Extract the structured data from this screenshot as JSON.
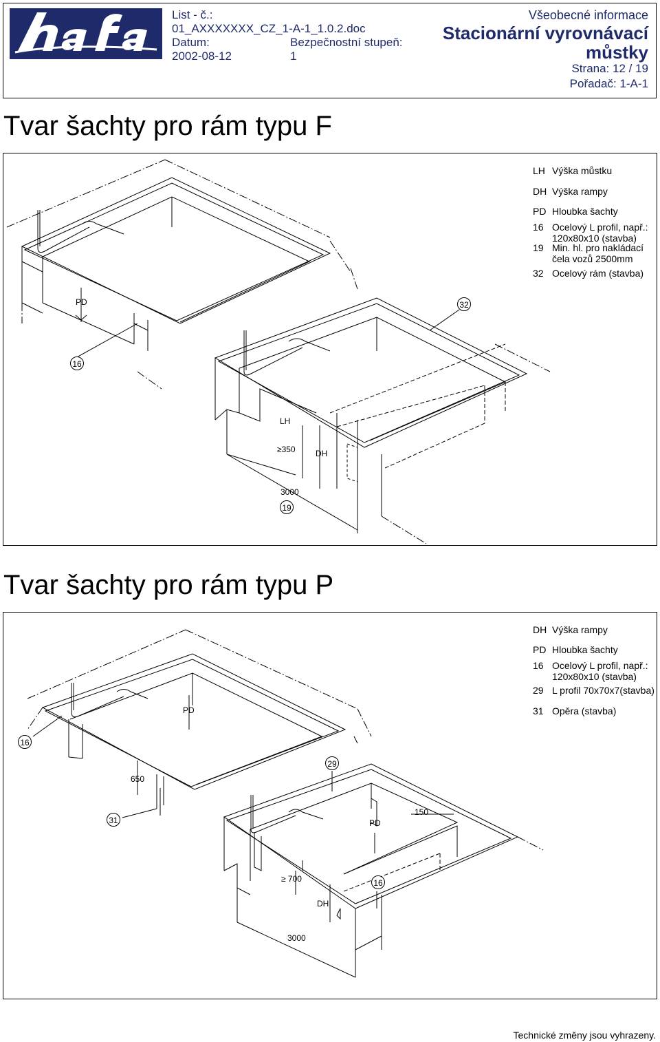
{
  "header": {
    "logo_text": "hafa",
    "list_label": "List - č.:",
    "doc_name": "01_AXXXXXXX_CZ_1-A-1_1.0.2.doc",
    "datum_label": "Datum:",
    "security_label": "Bezpečnostní stupeň:",
    "date": "2002-08-12",
    "security_value": "1",
    "category": "Všeobecné informace",
    "title_line1": "Stacionární vyrovnávací",
    "title_line2": "můstky",
    "page": "Strana: 12 / 19",
    "binder": "Pořadač: 1-A-1"
  },
  "section_f": {
    "title": "Tvar šachty pro rám typu F",
    "legend": [
      {
        "code": "LH",
        "text": "Výška můstku"
      },
      {
        "code": "DH",
        "text": "Výška rampy"
      },
      {
        "code": "PD",
        "text": "Hloubka šachty"
      },
      {
        "code": "16",
        "text": "Ocelový L profil, např.:",
        "text2": "120x80x10 (stavba)"
      },
      {
        "code": "19",
        "text": "Min. hl. pro nakládací",
        "text2": "čela vozů 2500mm"
      },
      {
        "code": "32",
        "text": "Ocelový rám (stavba)"
      }
    ],
    "labels": {
      "pd": "PD",
      "c32": "32",
      "c16": "16",
      "lh": "LH",
      "d350": "≥350",
      "dh": "DH",
      "d3000": "3000",
      "c19": "19"
    }
  },
  "section_p": {
    "title": "Tvar šachty pro rám typu P",
    "legend": [
      {
        "code": "DH",
        "text": "Výška rampy"
      },
      {
        "code": "PD",
        "text": "Hloubka šachty"
      },
      {
        "code": "16",
        "text": "Ocelový L profil, např.:",
        "text2": "120x80x10 (stavba)"
      },
      {
        "code": "29",
        "text": "L profil 70x70x7(stavba)"
      },
      {
        "code": "31",
        "text": "Opěra (stavba)"
      }
    ],
    "labels": {
      "pd_top": "PD",
      "c16a": "16",
      "c29": "29",
      "d650": "650",
      "c31": "31",
      "d150": "150",
      "pd_mid": "PD",
      "d700": "≥ 700",
      "c16b": "16",
      "dh": "DH",
      "d3000": "3000"
    }
  },
  "footer": {
    "note": "Technické změny jsou vyhrazeny."
  },
  "colors": {
    "logo_blue": "#1f2a6b",
    "header_text": "#1f2a6b"
  }
}
